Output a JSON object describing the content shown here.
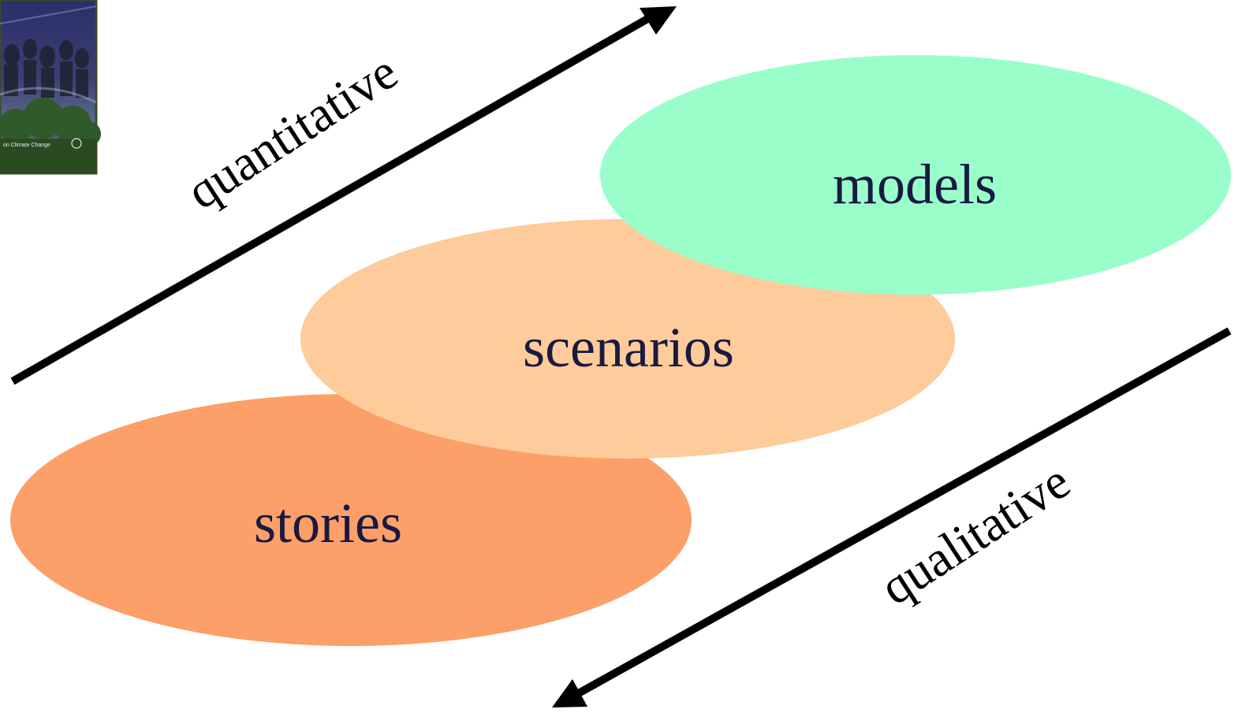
{
  "diagram": {
    "colors": {
      "stories": "#fd9f69",
      "scenarios": "#fecb9a",
      "models": "#9afecb",
      "label_text": "#1a1a40",
      "arrows": "#000000"
    },
    "ellipses": {
      "stories": {
        "label": "stories"
      },
      "scenarios": {
        "label": "scenarios"
      },
      "models": {
        "label": "models"
      }
    },
    "arrows": {
      "up": {
        "label": "quantitative"
      },
      "down": {
        "label": "qualitative"
      }
    },
    "thumbnail": {
      "caption": "on Climate Change"
    }
  }
}
